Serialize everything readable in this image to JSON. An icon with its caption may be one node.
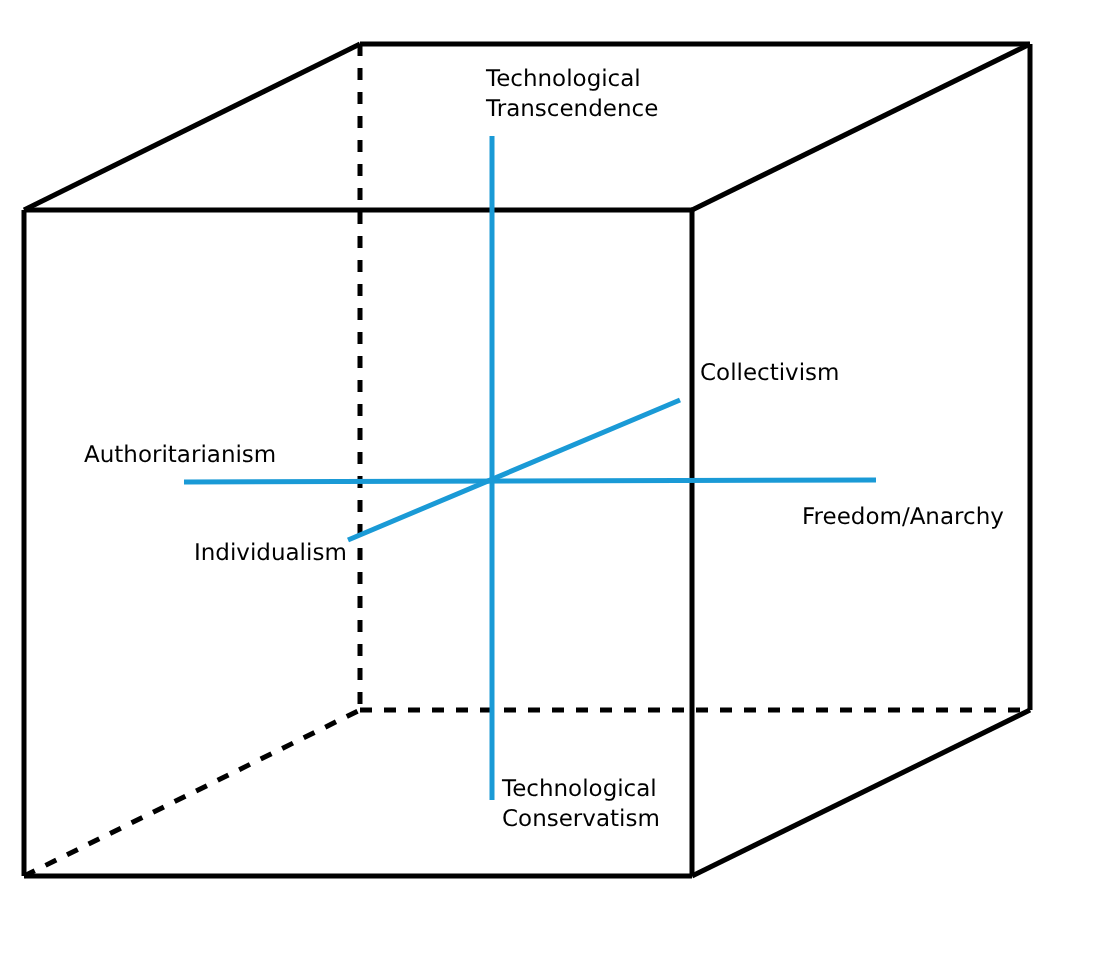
{
  "diagram": {
    "labels": [
      "Technological Transcendence",
      "Collectivism",
      "Authoritarianism",
      "Individualism",
      "Freedom/Anarchy",
      "Technological Conservatism"
    ]
  }
}
